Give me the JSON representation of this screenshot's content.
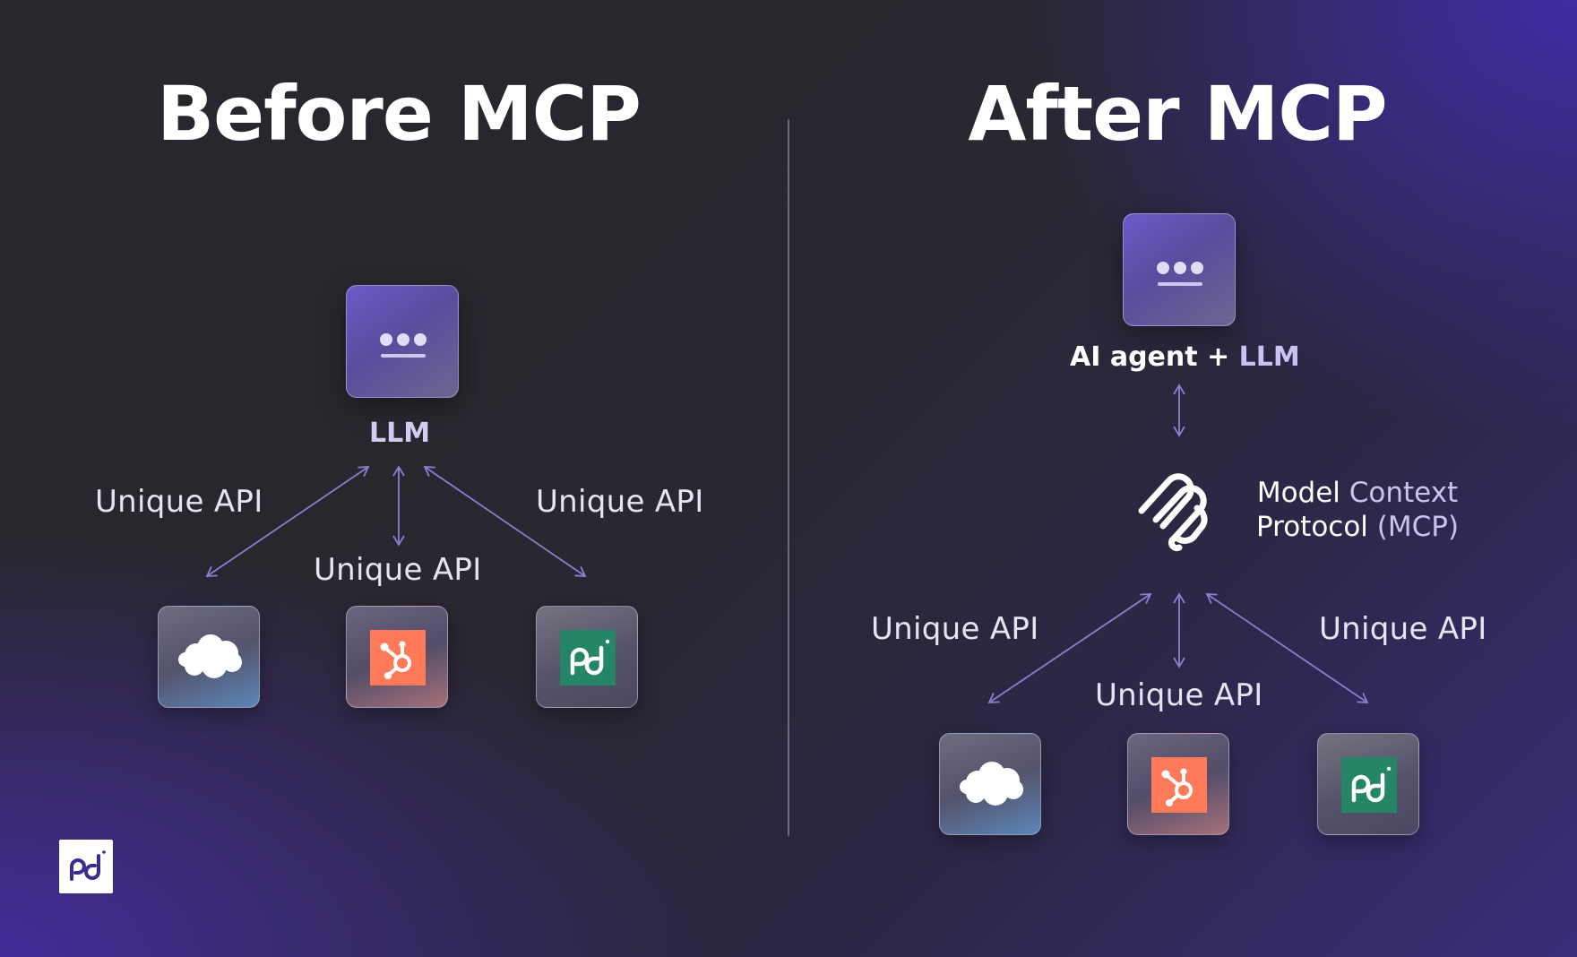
{
  "left": {
    "title": "Before MCP",
    "llm_label": "LLM",
    "api_labels": [
      "Unique API",
      "Unique API",
      "Unique API"
    ]
  },
  "right": {
    "title": "After MCP",
    "agent_label_part1": "AI agent + ",
    "agent_label_part2": "LLM",
    "mcp_line1_a": "Model ",
    "mcp_line1_b": "Context",
    "mcp_line2_a": "Protocol ",
    "mcp_line2_b": "(MCP)",
    "api_labels": [
      "Unique API",
      "Unique API",
      "Unique API"
    ]
  },
  "apps": [
    "salesforce-icon",
    "hubspot-icon",
    "pandadoc-icon"
  ],
  "colors": {
    "arrow": "#8a7fd0",
    "hubspot": "#ff7a59",
    "pandadoc": "#248567",
    "logo": "#3d2c8d"
  }
}
